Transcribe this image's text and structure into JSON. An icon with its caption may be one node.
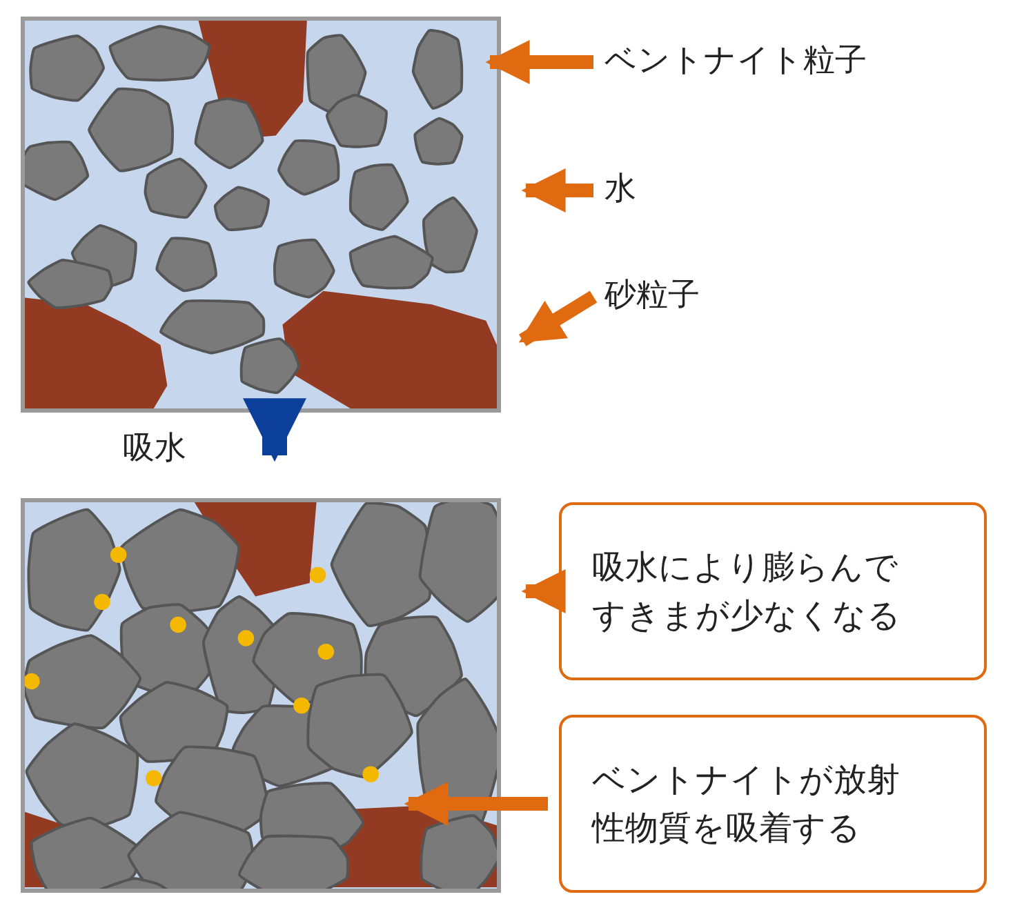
{
  "diagram": {
    "nodes": [
      {
        "text": [],
        "shape": "picture"
      },
      {
        "text": [],
        "shape": "picture"
      },
      {
        "text": [
          "ベントナイト粒子"
        ]
      },
      {
        "text": [
          "水"
        ]
      },
      {
        "text": [
          "砂粒子"
        ]
      },
      {
        "text": [
          "吸水により膨らんですきまが少なくなる"
        ]
      },
      {
        "text": [
          "ベントナイトが放射性物質を吸着する"
        ]
      }
    ],
    "edges": [
      {
        "from": 2,
        "to": 0,
        "arrow": "to"
      },
      {
        "from": 3,
        "to": 0,
        "arrow": "to"
      },
      {
        "from": 4,
        "to": 0,
        "arrow": "to"
      },
      {
        "from": 0,
        "to": 1,
        "arrow": "to",
        "style": "thick",
        "color": "#0b3f99",
        "label": "吸水"
      },
      {
        "from": 5,
        "to": 1,
        "arrow": "to"
      },
      {
        "from": 6,
        "to": 1,
        "arrow": "to"
      }
    ]
  }
}
